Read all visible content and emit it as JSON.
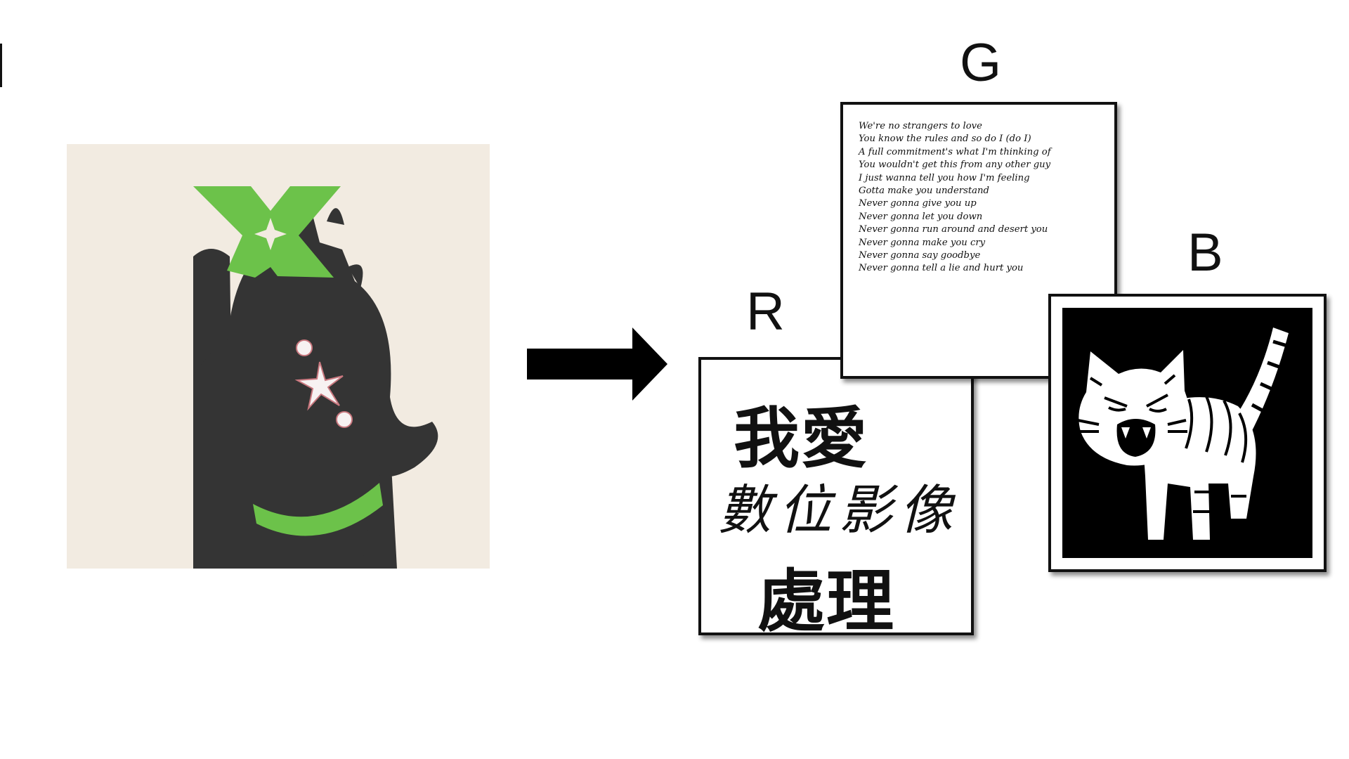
{
  "diagram": {
    "source": {
      "icon": "cat-holding-x-logo-icon",
      "background_color": "#f2ebe1",
      "cat_color": "#343434",
      "accent_color": "#6cc24a"
    },
    "arrow": {
      "icon": "arrow-right-icon"
    },
    "channels": {
      "r": {
        "label": "R",
        "lines": [
          "我愛",
          "數位影像",
          "處理"
        ]
      },
      "g": {
        "label": "G",
        "lyrics": [
          "We're no strangers to love",
          "You know the rules and so do I (do I)",
          "A full commitment's what I'm thinking of",
          "You wouldn't get this from any other guy",
          "I just wanna tell you how I'm feeling",
          "Gotta make you understand",
          "Never gonna give you up",
          "Never gonna let you down",
          "Never gonna run around and desert you",
          "Never gonna make you cry",
          "Never gonna say goodbye",
          "Never gonna tell a lie and hurt you"
        ]
      },
      "b": {
        "label": "B",
        "icon": "angry-tiger-cat-icon"
      }
    }
  }
}
